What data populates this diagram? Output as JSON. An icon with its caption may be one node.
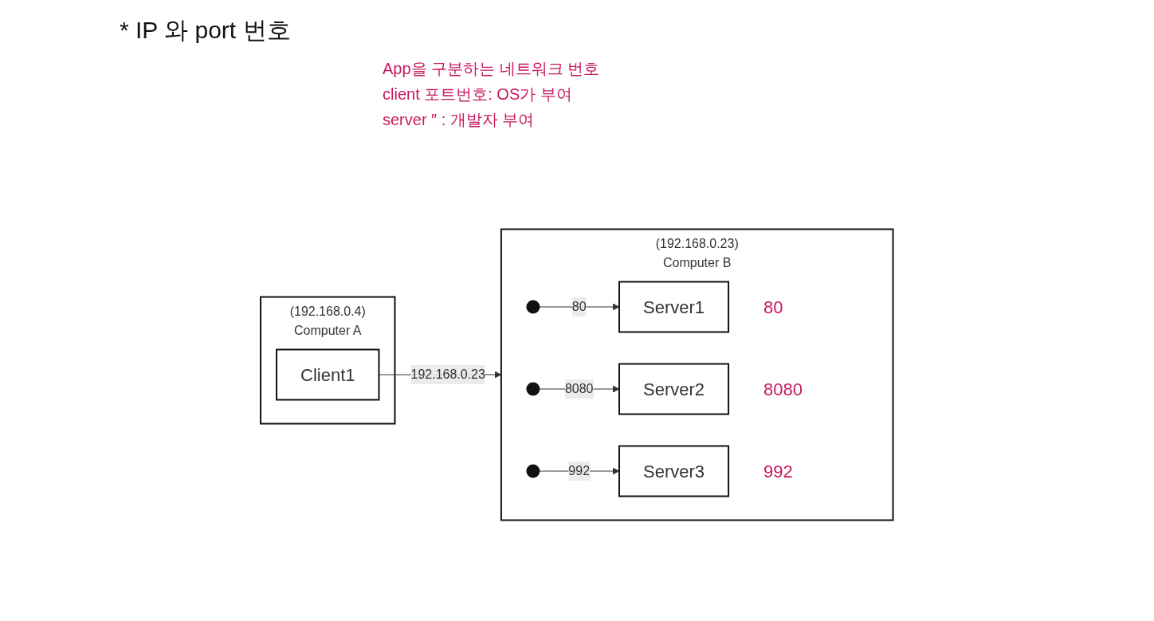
{
  "diagram": {
    "title": "* IP 와 port 번호",
    "nodes": [
      {
        "text": [
          "Computer A"
        ],
        "beside": [
          "(192.168.0.4)"
        ]
      },
      {
        "text": [
          "Client1"
        ],
        "in": 0
      },
      {
        "text": [
          "Computer B"
        ],
        "beside": [
          "(192.168.0.23)"
        ]
      },
      {
        "text": [
          "Server1"
        ],
        "in": 2,
        "beside": [
          "80"
        ]
      },
      {
        "text": [
          "Server2"
        ],
        "in": 2,
        "beside": [
          "8080"
        ]
      },
      {
        "text": [
          "Server3"
        ],
        "in": 2,
        "beside": [
          "992"
        ]
      }
    ],
    "edges": [
      {
        "from": 1,
        "to": 2,
        "arrow": "to",
        "label": "192.168.0.23"
      },
      {
        "from": null,
        "to": 3,
        "arrow": "to",
        "label": "80"
      },
      {
        "from": null,
        "to": 4,
        "arrow": "to",
        "label": "8080"
      },
      {
        "from": null,
        "to": 5,
        "arrow": "to",
        "label": "992"
      }
    ],
    "labels": [
      "App을 구분하는 네트워크 번호",
      "client 포트번호: OS가 부여",
      "server ″ : 개발자 부여"
    ]
  }
}
